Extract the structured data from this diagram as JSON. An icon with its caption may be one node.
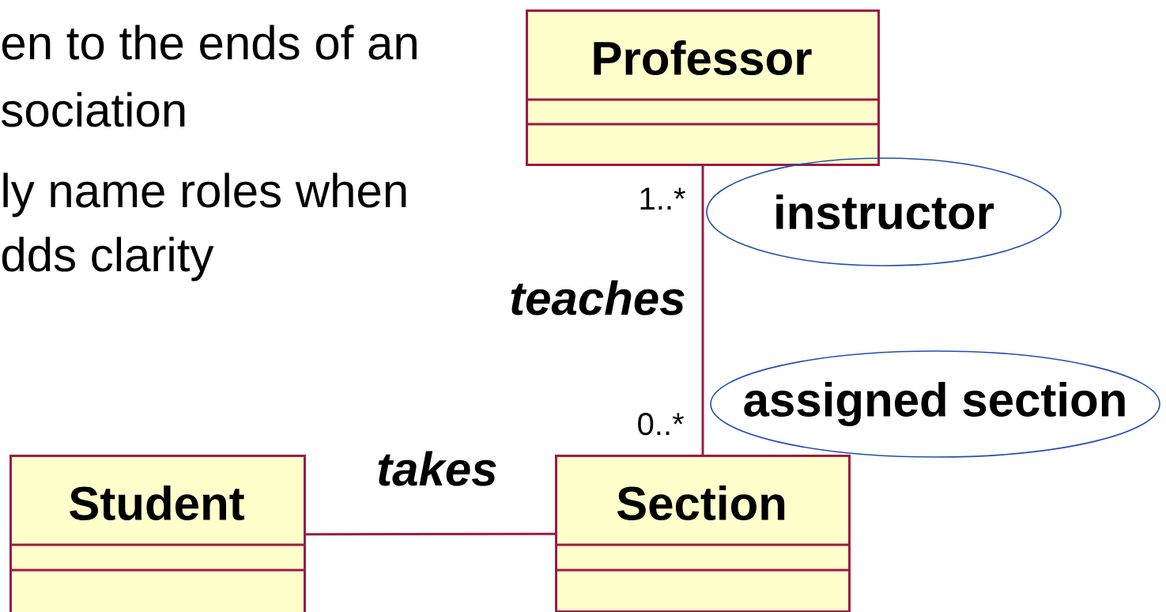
{
  "diagram": {
    "nodes": [
      {
        "text": [
          "Professor"
        ]
      },
      {
        "text": [
          "Student"
        ]
      },
      {
        "text": [
          "Section"
        ]
      },
      {
        "text": [
          "instructor"
        ]
      },
      {
        "text": [
          "assigned section"
        ]
      }
    ],
    "edges": [
      {
        "from": 0,
        "to": 2,
        "arrow": "none",
        "label": "teaches"
      },
      {
        "from": 1,
        "to": 2,
        "arrow": "none",
        "label": "takes"
      }
    ],
    "labels": [
      "en to the ends of an",
      "sociation",
      "ly name roles when",
      "dds clarity",
      "1..*",
      "0..*"
    ]
  }
}
